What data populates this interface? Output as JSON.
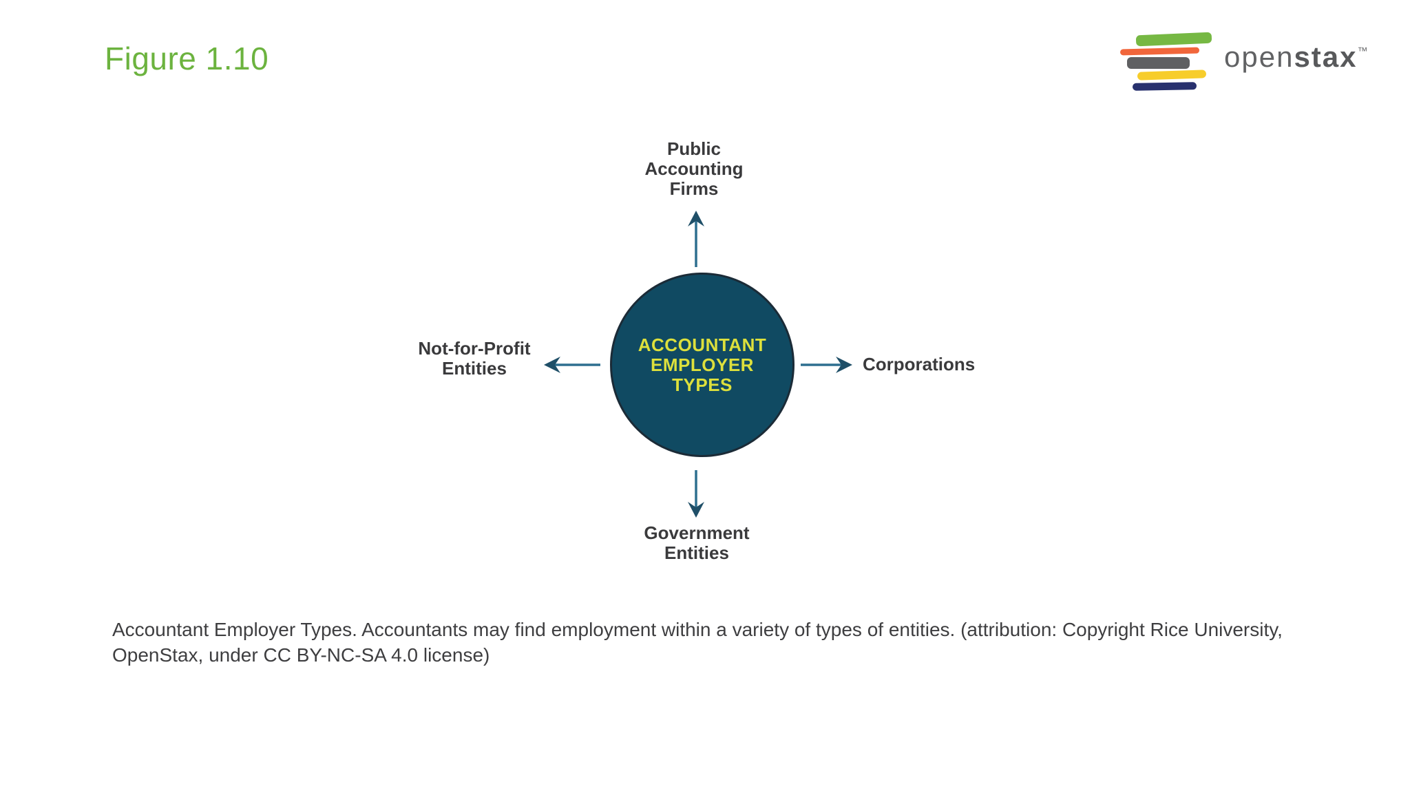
{
  "slide": {
    "title": "Figure 1.10",
    "title_color": "#6CB33F",
    "background_color": "#FFFFFF"
  },
  "logo": {
    "word_regular": "open",
    "word_bold": "stax",
    "trademark": "™",
    "text_color": "#616264",
    "book_bar_colors": {
      "green": "#76B843",
      "orange": "#F1663B",
      "gray": "#5F6062",
      "yellow": "#F7CD2B",
      "navy": "#28316E"
    }
  },
  "diagram": {
    "hub": {
      "line1": "ACCOUNTANT",
      "line2": "EMPLOYER",
      "line3": "TYPES",
      "fill_color": "#104A62",
      "border_color": "#1B2B37",
      "text_color": "#DDE03C"
    },
    "arrow_color": "#2E6F8F",
    "arrowhead_color": "#1F4F68",
    "label_color": "#3A3A3C",
    "spokes": {
      "top": {
        "line1": "Public",
        "line2": "Accounting",
        "line3": "Firms"
      },
      "right": {
        "line1": "Corporations"
      },
      "bottom": {
        "line1": "Government",
        "line2": "Entities"
      },
      "left": {
        "line1": "Not-for-Profit",
        "line2": "Entities"
      }
    }
  },
  "caption": {
    "text": "Accountant Employer Types. Accountants may find employment within a variety of types of entities. (attribution: Copyright Rice University, OpenStax, under CC BY-NC-SA 4.0 license)",
    "color": "#3E3E40"
  }
}
